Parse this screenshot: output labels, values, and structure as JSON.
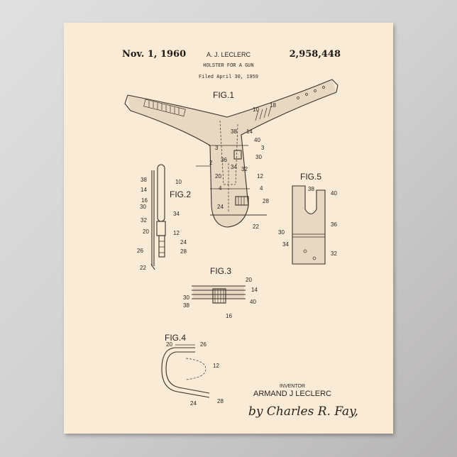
{
  "header": {
    "date": "Nov. 1, 1960",
    "inventor_name": "A. J. LECLERC",
    "title": "HOLSTER FOR A GUN",
    "filed": "Filed April 30, 1959",
    "patent_number": "2,958,448"
  },
  "figures": {
    "fig1": {
      "label": "FIG.1",
      "callouts": [
        "10",
        "18",
        "38",
        "14",
        "40",
        "3",
        "3",
        "36",
        "30",
        "2",
        "34",
        "32",
        "20",
        "12",
        "4",
        "4",
        "24",
        "28",
        "22"
      ]
    },
    "fig2": {
      "label": "FIG.2",
      "callouts": [
        "38",
        "10",
        "14",
        "16",
        "30",
        "34",
        "32",
        "20",
        "12",
        "24",
        "26",
        "28",
        "22"
      ]
    },
    "fig3": {
      "label": "FIG.3",
      "callouts": [
        "20",
        "14",
        "30",
        "38",
        "40",
        "16"
      ]
    },
    "fig4": {
      "label": "FIG.4",
      "callouts": [
        "20",
        "26",
        "12",
        "24",
        "28"
      ]
    },
    "fig5": {
      "label": "FIG.5",
      "callouts": [
        "38",
        "40",
        "30",
        "36",
        "34",
        "32"
      ]
    }
  },
  "footer": {
    "inventor_label": "INVENTOR",
    "inventor_full_name": "ARMAND J LECLERC",
    "signature": "by Charles R. Fay,"
  },
  "colors": {
    "paper": "#faebd7",
    "ink": "#2a241e",
    "background": "#d2d1d1"
  }
}
